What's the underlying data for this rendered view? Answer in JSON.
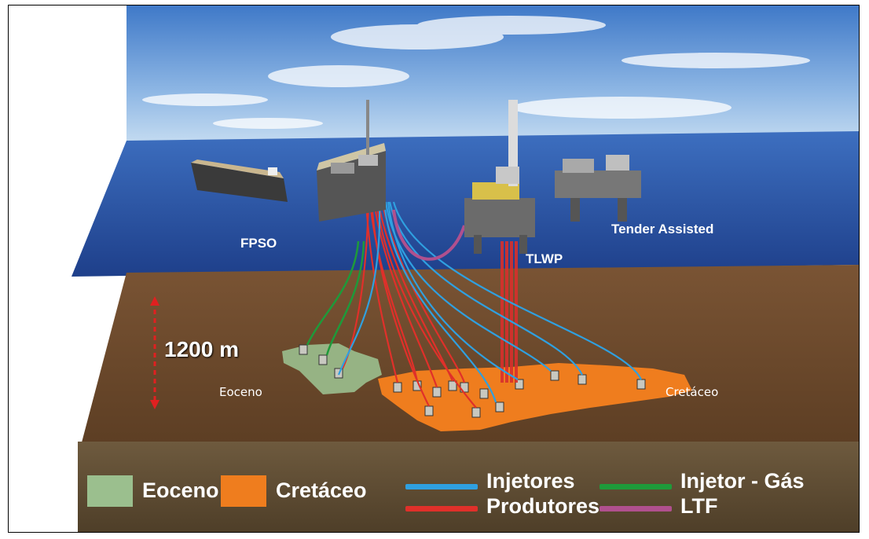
{
  "platforms": {
    "fpso": "FPSO",
    "tlwp": "TLWP",
    "tender": "Tender Assisted"
  },
  "depth": {
    "label": "1200 m"
  },
  "zones": {
    "eoceno": "Eoceno",
    "cretaceo": "Cretáceo"
  },
  "legend": {
    "eoceno": {
      "label": "Eoceno",
      "color": "#9bbf8e"
    },
    "cretaceo": {
      "label": "Cretáceo",
      "color": "#ef7d1e"
    },
    "injetores": {
      "label": "Injetores",
      "color": "#2fa0e0"
    },
    "produtores": {
      "label": "Produtores",
      "color": "#e0302a"
    },
    "injetor_gas": {
      "label": "Injetor - Gás",
      "color": "#1e9a3a"
    },
    "ltf": {
      "label": "LTF",
      "color": "#b0508e"
    }
  },
  "colors": {
    "sky": "#6f9fd6",
    "sea": "#2a4ea0",
    "soil": "#6b4a2c",
    "depth_marker": "#e02020"
  }
}
